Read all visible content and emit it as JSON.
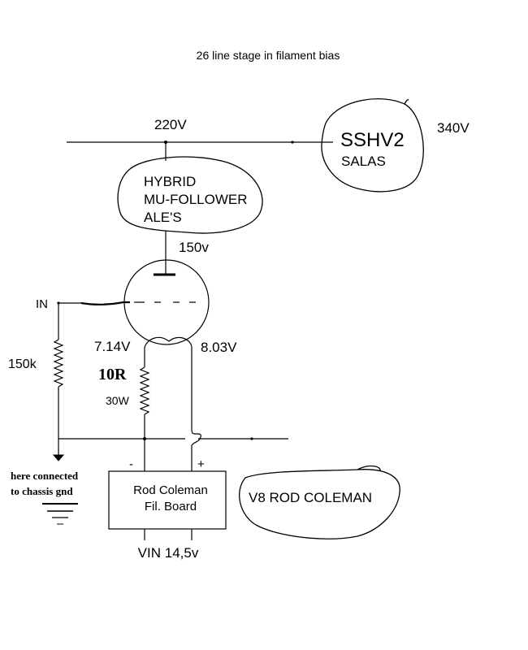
{
  "title": "26 line stage in filament bias",
  "labels": {
    "supply_voltage": "220V",
    "sshv_name": "SSHV2",
    "sshv_maker": "SALAS",
    "sshv_voltage": "340V",
    "hybrid_line1": "HYBRID",
    "hybrid_line2": "MU-FOLLOWER",
    "hybrid_line3": "ALE'S",
    "plate_voltage": "150v",
    "input": "IN",
    "grid_resistor": "150k",
    "filament_left_voltage": "7.14V",
    "filament_right_voltage": "8.03V",
    "bias_resistor_value": "10R",
    "bias_resistor_power": "30W",
    "minus": "-",
    "plus": "+",
    "ground_note_line1": "here connected",
    "ground_note_line2": "to chassis gnd",
    "board_line1": "Rod Coleman",
    "board_line2": "Fil. Board",
    "board_input": "VIN 14,5v",
    "v8_label": "V8 ROD COLEMAN"
  },
  "icons": [
    "triode-tube-icon",
    "resistor-icon",
    "ground-icon",
    "chassis-ground-icon"
  ]
}
